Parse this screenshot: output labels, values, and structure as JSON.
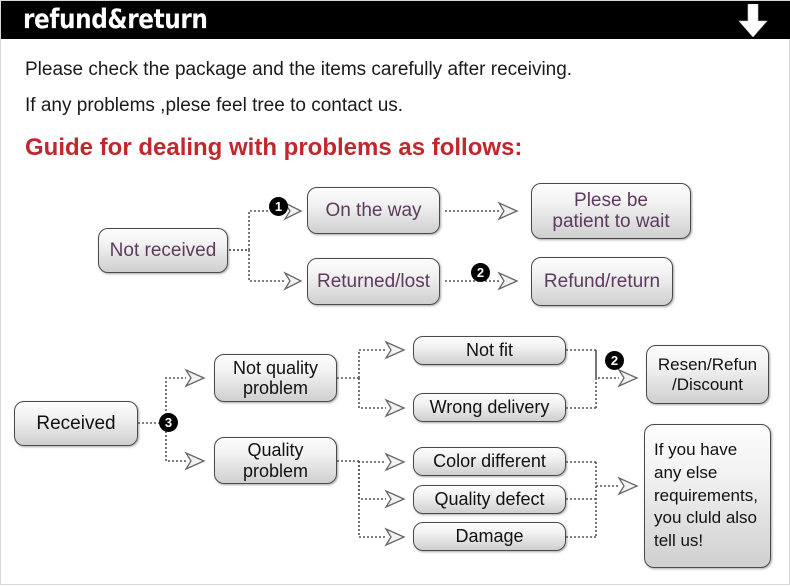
{
  "header": {
    "title": "refund&return",
    "arrow_icon": "arrow-down-icon"
  },
  "intro": {
    "line1": "Please check the package and the items carefully after receiving.",
    "line2": "If any problems ,plese feel tree to contact us.",
    "guide_heading": "Guide for dealing with problems as follows:"
  },
  "colors": {
    "header_bg": "#000000",
    "header_text": "#ffffff",
    "heading_red": "#c1272d",
    "body_text": "#1a1a1a",
    "purple_box_text": "#5d3a5e",
    "dark_box_text": "#111111",
    "badge_bg": "#000000",
    "connector": "#555555"
  },
  "flow_top": {
    "nodes": [
      {
        "id": "not-received",
        "label": "Not received",
        "style": "purple"
      },
      {
        "id": "on-the-way",
        "label": "On the way",
        "style": "purple"
      },
      {
        "id": "returned-lost",
        "label": "Returned/lost",
        "style": "purple"
      },
      {
        "id": "plese-be-patient",
        "label": "Plese be\npatient to wait",
        "style": "purple"
      },
      {
        "id": "refund-return",
        "label": "Refund/return",
        "style": "purple"
      }
    ],
    "badges": [
      {
        "id": "badge-1",
        "number": "1"
      },
      {
        "id": "badge-2",
        "number": "2"
      }
    ]
  },
  "flow_bottom": {
    "nodes": [
      {
        "id": "received",
        "label": "Received",
        "style": "dark"
      },
      {
        "id": "not-quality-problem",
        "label": "Not quality\nproblem",
        "style": "dark"
      },
      {
        "id": "quality-problem",
        "label": "Quality\nproblem",
        "style": "dark"
      },
      {
        "id": "not-fit",
        "label": "Not fit",
        "style": "dark"
      },
      {
        "id": "wrong-delivery",
        "label": "Wrong delivery",
        "style": "dark"
      },
      {
        "id": "color-different",
        "label": "Color different",
        "style": "dark"
      },
      {
        "id": "quality-defect",
        "label": "Quality defect",
        "style": "dark"
      },
      {
        "id": "damage",
        "label": "Damage",
        "style": "dark"
      },
      {
        "id": "resend-refund",
        "label": "Resen/Refun\n/Discount",
        "style": "dark"
      },
      {
        "id": "contact-note",
        "label": "If you have\nany else\nrequirements,\nyou cluld also\ntell us!",
        "style": "dark-left"
      }
    ],
    "badges": [
      {
        "id": "badge-3",
        "number": "3"
      },
      {
        "id": "badge-2b",
        "number": "2"
      }
    ]
  }
}
